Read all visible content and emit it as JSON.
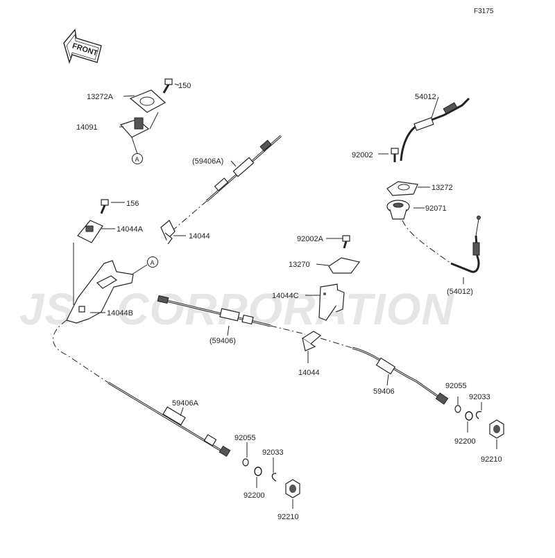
{
  "figure_id": "F3175",
  "watermark": "JSP CORPORATION",
  "front_label": "FRONT",
  "ref_marker": "A",
  "parts": {
    "p150": "150",
    "p13272A": "13272A",
    "p14091": "14091",
    "p54012": "54012",
    "p92002": "92002",
    "p13272": "13272",
    "p92071": "92071",
    "p54012_paren": "(54012)",
    "p59406A_paren": "(59406A)",
    "p156": "156",
    "p14044A": "14044A",
    "p14044_top": "14044",
    "p92002A": "92002A",
    "p13270": "13270",
    "p14044C": "14044C",
    "p14044B": "14044B",
    "p59406_paren": "(59406)",
    "p14044_mid": "14044",
    "p59406": "59406",
    "p92055_r": "92055",
    "p92033_r": "92033",
    "p92200_r": "92200",
    "p92210_r": "92210",
    "p59406A": "59406A",
    "p92055_l": "92055",
    "p92033_l": "92033",
    "p92200_l": "92200",
    "p92210_l": "92210"
  }
}
